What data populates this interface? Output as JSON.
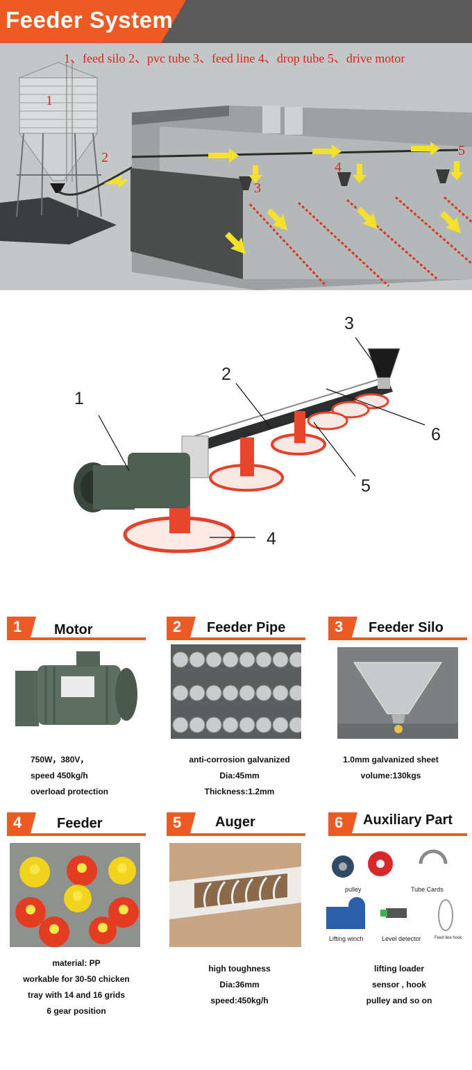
{
  "header": {
    "title": "Feeder System"
  },
  "overview": {
    "legend": "1、feed silo 2、pvc tube 3、feed line 4、drop tube 5、drive motor",
    "labels": [
      "1",
      "2",
      "3",
      "4",
      "5"
    ]
  },
  "diagram": {
    "callouts": [
      "1",
      "2",
      "3",
      "4",
      "5",
      "6"
    ]
  },
  "cards": [
    {
      "num": "1",
      "title": "Motor",
      "specs": [
        "750W，380V，",
        "speed 450kg/h",
        "overload protection"
      ]
    },
    {
      "num": "2",
      "title": "Feeder Pipe",
      "specs": [
        "anti-corrosion galvanized",
        "Dia:45mm",
        "Thickness:1.2mm"
      ]
    },
    {
      "num": "3",
      "title": "Feeder Silo",
      "specs": [
        "1.0mm galvanized sheet",
        "volume:130kgs"
      ]
    },
    {
      "num": "4",
      "title": "Feeder",
      "specs": [
        "material: PP",
        "workable for 30-50 chicken",
        "tray with 14 and 16 grids",
        "6 gear position"
      ]
    },
    {
      "num": "5",
      "title": "Auger",
      "specs": [
        "high toughness",
        "Dia:36mm",
        "speed:450kg/h"
      ]
    },
    {
      "num": "6",
      "title": "Auxiliary Part",
      "specs": [
        "lifting loader",
        "sensor , hook",
        "pulley and so on"
      ]
    }
  ],
  "auxiliary_captions": [
    "pulley",
    "Tube Cards",
    "Lifting winch",
    "Level detector",
    "Feed line hook"
  ],
  "colors": {
    "accent": "#ee5a24",
    "header_bg": "#5a5a5a",
    "feeder_red": "#e8452c",
    "arrow_yellow": "#f4e22a"
  }
}
